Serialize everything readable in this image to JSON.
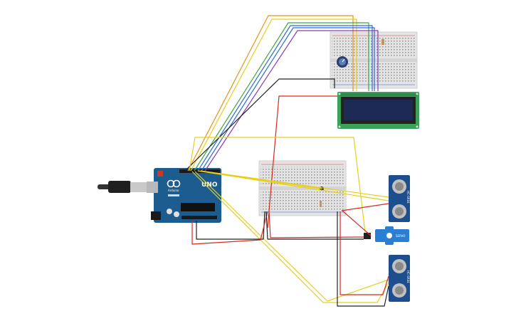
{
  "arduino": {
    "model_label": "UNO",
    "brand_label": "Arduino",
    "board_color": "#1d5c8f"
  },
  "lcd": {
    "screen_color": "#1c2a55",
    "pcb_color": "#3aa05a"
  },
  "ultrasonic_sensors": [
    {
      "label": "HC-SR04"
    },
    {
      "label": "HC-SR04"
    }
  ],
  "servo": {
    "label": "SERVO"
  },
  "wire_colors": {
    "yellow": "#e6cf1a",
    "red": "#d42a20",
    "black": "#222222",
    "orange": "#e8901c",
    "green": "#3caa3c",
    "blue": "#2f6bd6",
    "purple": "#8a3ab8"
  },
  "icons": {
    "usb_cable": "usb-plug-icon",
    "potentiometer": "potentiometer-knob-icon"
  }
}
